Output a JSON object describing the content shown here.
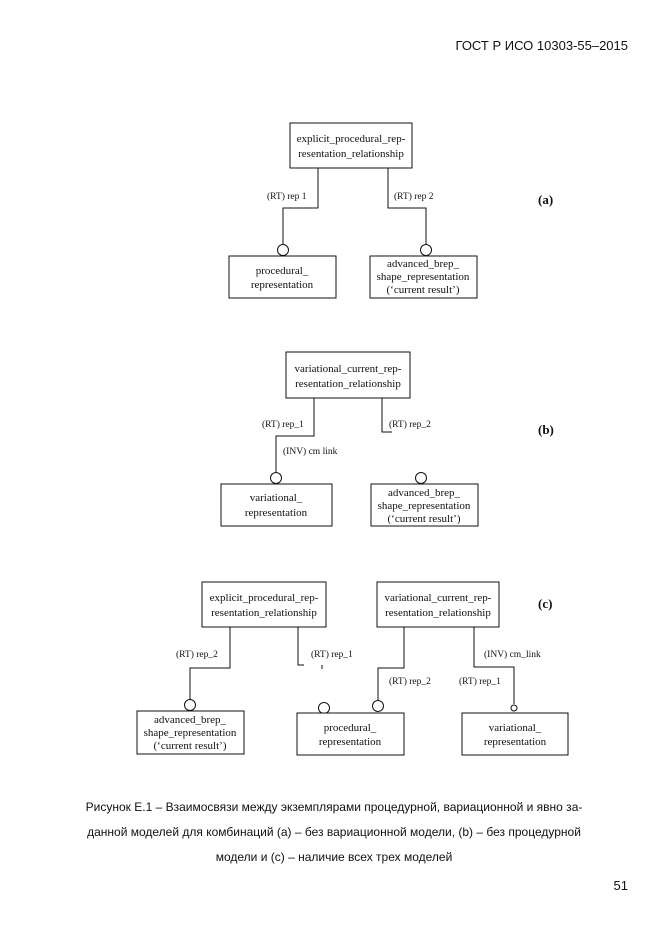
{
  "header": {
    "doc_id": "ГОСТ Р ИСО 10303-55–2015"
  },
  "diagram_a": {
    "tag": "(a)",
    "top_box": [
      "explicit_procedural_rep-",
      "resentation_relationship"
    ],
    "label_left": "(RT)  rep  1",
    "label_right": "(RT)  rep  2",
    "bottom_left": [
      "procedural_",
      "representation"
    ],
    "bottom_right": [
      "advanced_brep_",
      "shape_representation",
      "(‘current result’)"
    ]
  },
  "diagram_b": {
    "tag": "(b)",
    "top_box": [
      "variational_current_rep-",
      "resentation_relationship"
    ],
    "label_left": "(RT)  rep_1",
    "label_inv": "(INV) cm  link",
    "label_right": "(RT)  rep_2",
    "bottom_left": [
      "variational_",
      "representation"
    ],
    "bottom_right": [
      "advanced_brep_",
      "shape_representation",
      "(‘current result’)"
    ]
  },
  "diagram_c": {
    "tag": "(c)",
    "top_left_box": [
      "explicit_procedural_rep-",
      "resentation_relationship"
    ],
    "top_right_box": [
      "variational_current_rep-",
      "resentation_relationship"
    ],
    "label_rep2_a": "(RT)  rep_2",
    "label_rep1_a": "(RT)  rep_1",
    "label_inv": "(INV) cm_link",
    "label_rep2_b": "(RT)  rep_2",
    "label_rep1_b": "(RT)  rep_1",
    "bottom_left": [
      "advanced_brep_",
      "shape_representation",
      "(‘current result’)"
    ],
    "bottom_mid": [
      "procedural_",
      "representation"
    ],
    "bottom_right": [
      "variational_",
      "representation"
    ]
  },
  "caption": {
    "line1": "Рисунок E.1 – Взаимосвязи между экземплярами процедурной, вариационной и явно за-",
    "line2": "данной моделей для комбинаций (a) – без вариационной модели, (b) – без процедурной",
    "line3": "модели и (c) – наличие всех трех моделей"
  },
  "page_number": "51"
}
